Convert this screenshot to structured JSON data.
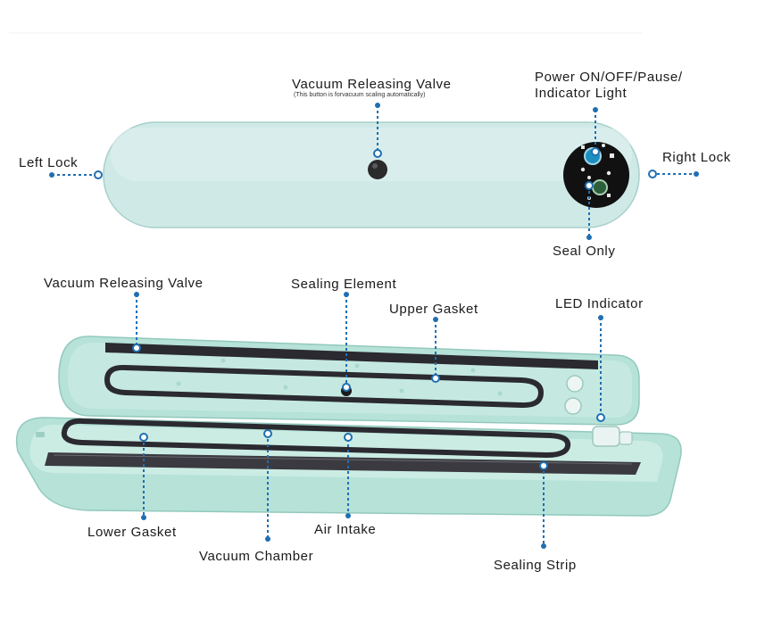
{
  "colors": {
    "device_body": "#cde9e6",
    "device_edge": "#a9d4d0",
    "lid_body": "#b8e3d9",
    "gasket": "#2a2a30",
    "panel": "#0f0f10",
    "leader": "#1f6fb2"
  },
  "top_view": {
    "vacuum_releasing_valve": "Vacuum Releasing Valve",
    "valve_note": "(This button is forvacuum scaling automatically)",
    "power_button": "Power ON/OFF/Pause/",
    "indicator_light": "Indicator Light",
    "left_lock": "Left Lock",
    "right_lock": "Right Lock",
    "seal_only": "Seal Only"
  },
  "open_view": {
    "vacuum_releasing_valve": "Vacuum Releasing Valve",
    "sealing_element": "Sealing Element",
    "upper_gasket": "Upper Gasket",
    "led_indicator": "LED Indicator",
    "lower_gasket": "Lower Gasket",
    "vacuum_chamber": "Vacuum Chamber",
    "air_intake": "Air Intake",
    "sealing_strip": "Sealing Strip"
  }
}
